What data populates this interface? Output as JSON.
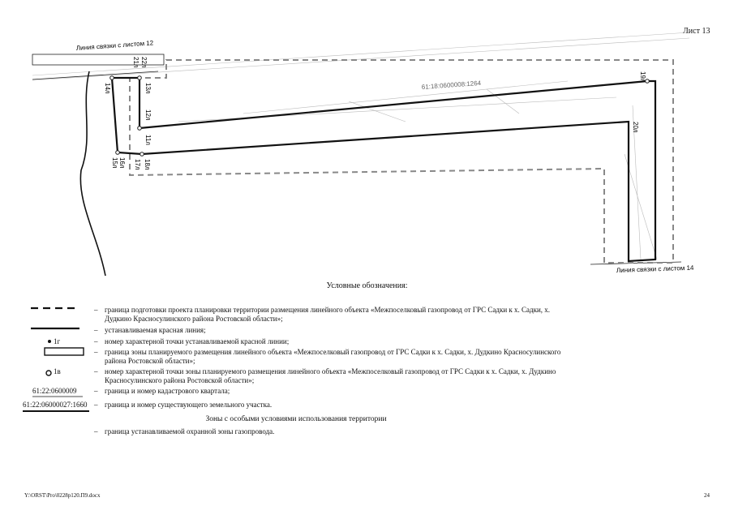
{
  "sheet_label": "Лист 13",
  "map": {
    "link_label_top": "Линия связки с листом 12",
    "link_label_bottom": "Линия связки с листом 14",
    "cadastral_label": "61:18:0600008:1264",
    "point_labels": [
      "14л",
      "13л",
      "12л",
      "11л",
      "15л",
      "16л",
      "17л",
      "18л",
      "19л",
      "20л",
      "21л",
      "22л"
    ]
  },
  "legend": {
    "title": "Условные обозначения:",
    "dash": "–",
    "items": [
      {
        "text": "граница подготовки проекта планировки территории размещения линейного объекта «Межпоселковый газопровод от ГРС Садки к х. Садки, х. Дудкино Красносулинского района Ростовской области»;"
      },
      {
        "text": "устанавливаемая красная линия;"
      },
      {
        "symbol": "1г",
        "text": "номер характерной точки устанавливаемой красной линии;"
      },
      {
        "text": "граница зоны планируемого размещения линейного объекта «Межпоселковый газопровод от ГРС Садки к х. Садки, х. Дудкино Красносулинского района Ростовской области»;"
      },
      {
        "symbol": "1в",
        "text": "номер характерной точки зоны планируемого размещения линейного объекта «Межпоселковый газопровод от ГРС Садки к х. Садки, х. Дудкино Красносулинского района Ростовской области»;"
      },
      {
        "symbol": "61:22:0600009",
        "text": "граница и номер кадастрового квартала;"
      },
      {
        "symbol": "61:22:06000027:1660",
        "text": "граница и номер существующего земельного участка."
      }
    ],
    "zones_title": "Зоны с особыми условиями использования территории",
    "zones_item": "граница устанавливаемой охранной зоны газопровода."
  },
  "footer": {
    "file_path": "Y:\\ORST\\Pro\\0228p120.П9.docx",
    "page_number": "24"
  }
}
